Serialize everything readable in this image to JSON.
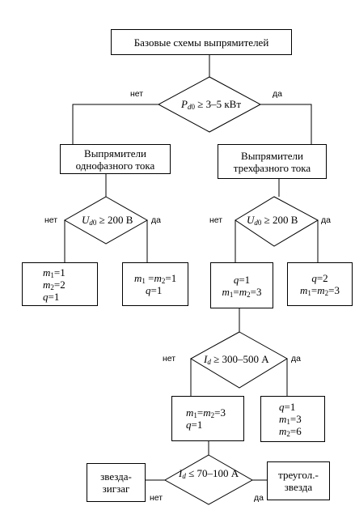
{
  "title_box": "Базовые  схемы  выпрямителей",
  "yes": "да",
  "no": "нет",
  "d1": {
    "cond": "≥ 3–5 кВт"
  },
  "single_phase": {
    "line1": "Выпрямители",
    "line2": "однофазного тока"
  },
  "three_phase": {
    "line1": "Выпрямители",
    "line2": "трехфазного тока"
  },
  "d2": {
    "cond": "≥ 200 В"
  },
  "d3": {
    "cond": "≥ 200 В"
  },
  "b1": {
    "l1": "=1",
    "l2": "=2",
    "l3": "=1"
  },
  "b2": {
    "l1a": " =",
    "l1b": "=1",
    "l2": "=1"
  },
  "b3": {
    "l1": "=1",
    "l2b": "=3"
  },
  "b4": {
    "l1": "=2",
    "l2b": "=3"
  },
  "d4": {
    "cond": "≥ 300–500 А"
  },
  "b5": {
    "l1b": "=3",
    "l2": "=1"
  },
  "b6": {
    "l1": "=1",
    "l2": "=3",
    "l3": "=6"
  },
  "d5": {
    "cond": "≤ 70–100 А"
  },
  "zigzag": {
    "line1": "звезда-",
    "line2": "зигзаг"
  },
  "triangle": {
    "line1": "треугол.-",
    "line2": "звезда"
  }
}
